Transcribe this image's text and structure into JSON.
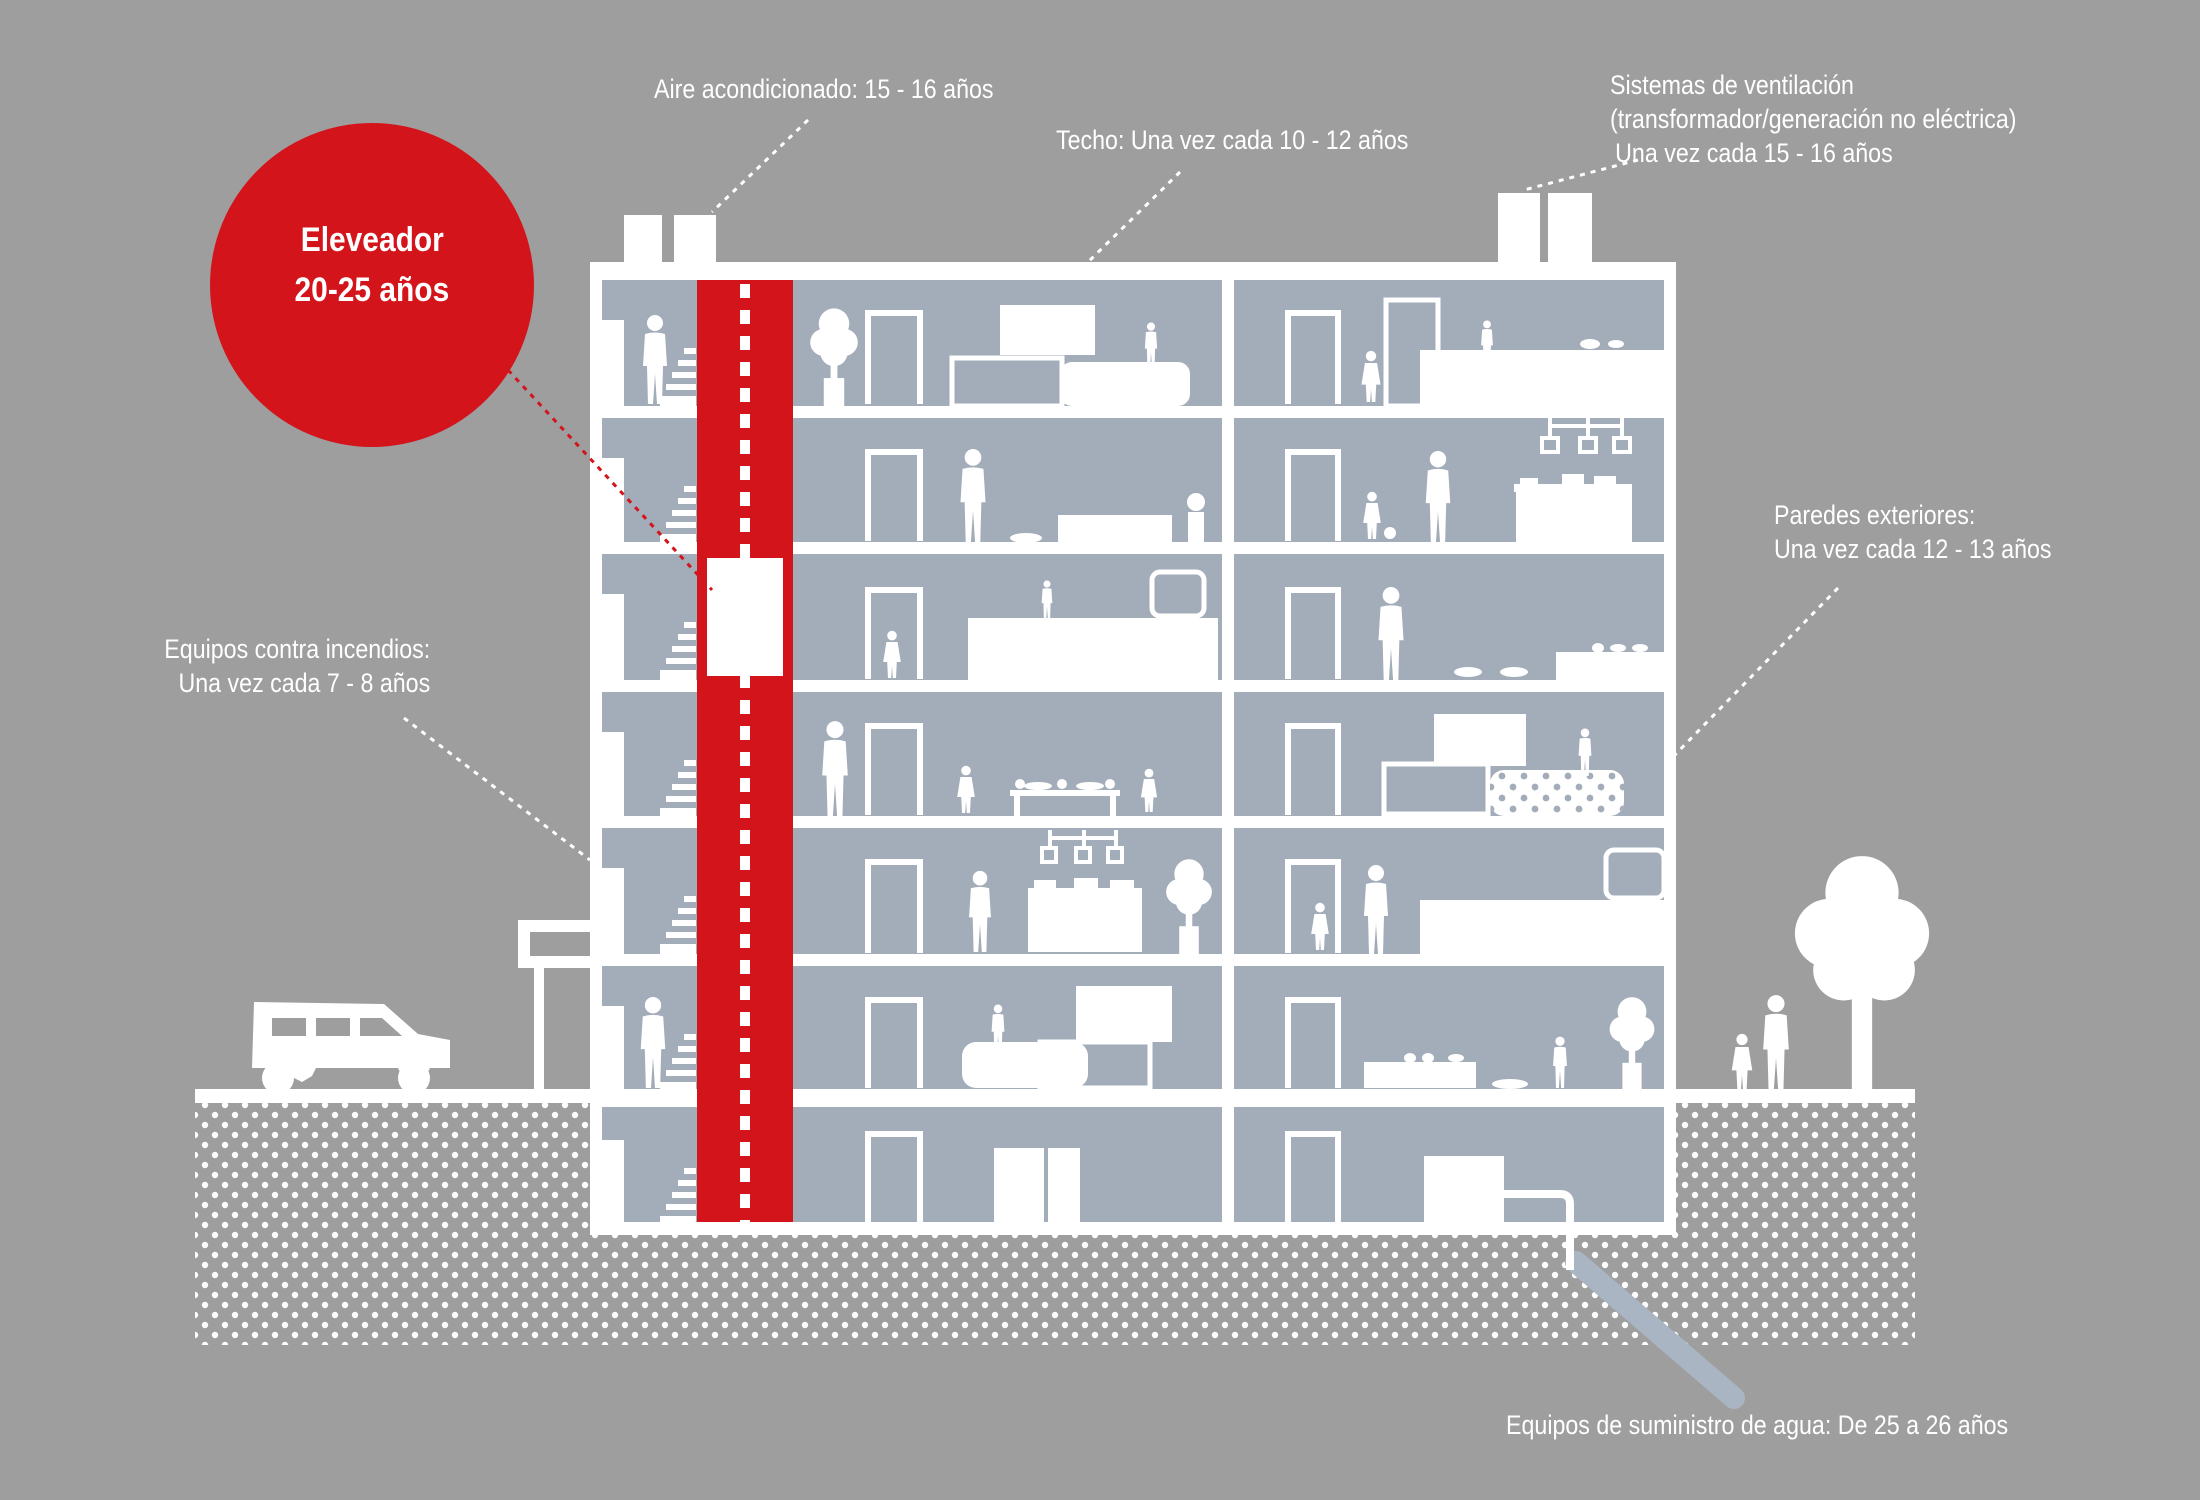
{
  "colors": {
    "background": "#9e9e9e",
    "building": "#ffffff",
    "room": "#a3adb9",
    "accent_red": "#d3141b",
    "ground_dots": "#ffffff",
    "pipe": "#a9b5c2"
  },
  "badge": {
    "line1": "Eleveador",
    "line2": "20-25 años"
  },
  "labels": {
    "air_conditioning": "Aire acondicionado: 15 - 16 años",
    "roof": "Techo: Una vez cada 10 - 12 años",
    "ventilation_line1": "Sistemas de ventilación",
    "ventilation_line2": "(transformador/generación no eléctrica)",
    "ventilation_line3": "Una vez cada 15 - 16 años",
    "exterior_walls_line1": "Paredes exteriores:",
    "exterior_walls_line2": "Una vez cada 12 - 13 años",
    "fire_equipment_line1": "Equipos contra incendios:",
    "fire_equipment_line2": "Una vez cada 7 - 8 años",
    "water_supply": "Equipos de suministro de agua: De 25 a 26 años"
  },
  "icons": [
    "car-icon",
    "tree-icon",
    "person-icon",
    "child-icon",
    "door-icon",
    "plant-icon",
    "sofa-icon",
    "kitchen-counter-icon",
    "lamp-icon",
    "table-icon",
    "refrigerator-icon",
    "water-pipe-icon",
    "chimney-icon",
    "elevator-car-icon",
    "stairs-icon"
  ]
}
